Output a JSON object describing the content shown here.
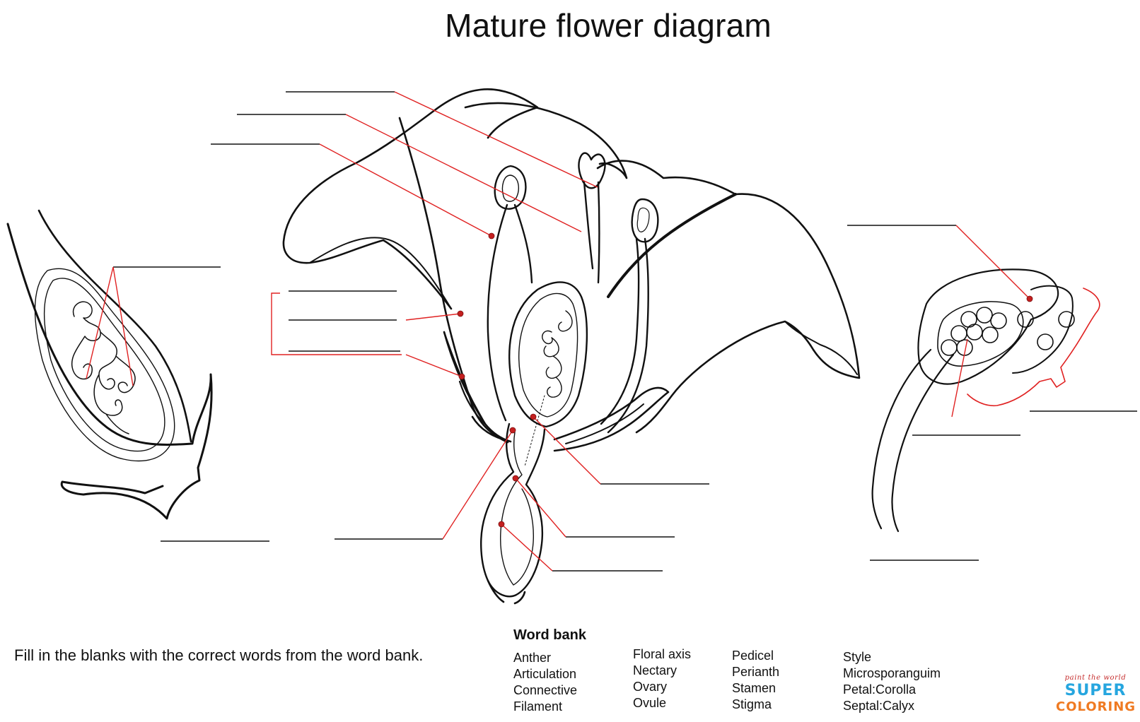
{
  "title": "Mature flower diagram",
  "instructions": "Fill in the blanks with the correct words from the word bank.",
  "word_bank": {
    "title": "Word bank",
    "columns": [
      [
        "Anther",
        "Articulation",
        "Connective",
        "Filament"
      ],
      [
        "Floral axis",
        "Nectary",
        "Ovary",
        "Ovule"
      ],
      [
        "Pedicel",
        "Perianth",
        "Stamen",
        "Stigma"
      ],
      [
        "Style",
        "Microsporanguim",
        "Petal:Corolla",
        "Septal:Calyx"
      ]
    ]
  },
  "logo": {
    "tagline": "paint the world",
    "word_1": "SUPER",
    "word_2": "COLORING"
  },
  "colors": {
    "outline": "#111111",
    "leader_line": "#e02222",
    "label_dot": "#c41f1f",
    "logo_super": "#26a6df",
    "logo_coloring": "#ef7a22"
  }
}
